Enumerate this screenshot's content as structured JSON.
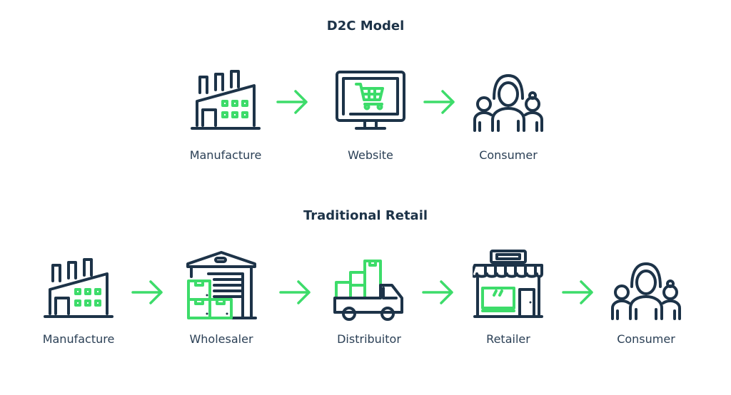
{
  "colors": {
    "primary": "#1d3348",
    "accent": "#3ddc6a"
  },
  "d2c": {
    "title": "D2C Model",
    "steps": [
      {
        "label": "Manufacture",
        "icon": "factory-icon"
      },
      {
        "label": "Website",
        "icon": "monitor-cart-icon"
      },
      {
        "label": "Consumer",
        "icon": "people-icon"
      }
    ]
  },
  "retail": {
    "title": "Traditional Retail",
    "steps": [
      {
        "label": "Manufacture",
        "icon": "factory-icon"
      },
      {
        "label": "Wholesaler",
        "icon": "warehouse-icon"
      },
      {
        "label": "Distribuitor",
        "icon": "truck-icon"
      },
      {
        "label": "Retailer",
        "icon": "shop-icon"
      },
      {
        "label": "Consumer",
        "icon": "people-icon"
      }
    ]
  }
}
